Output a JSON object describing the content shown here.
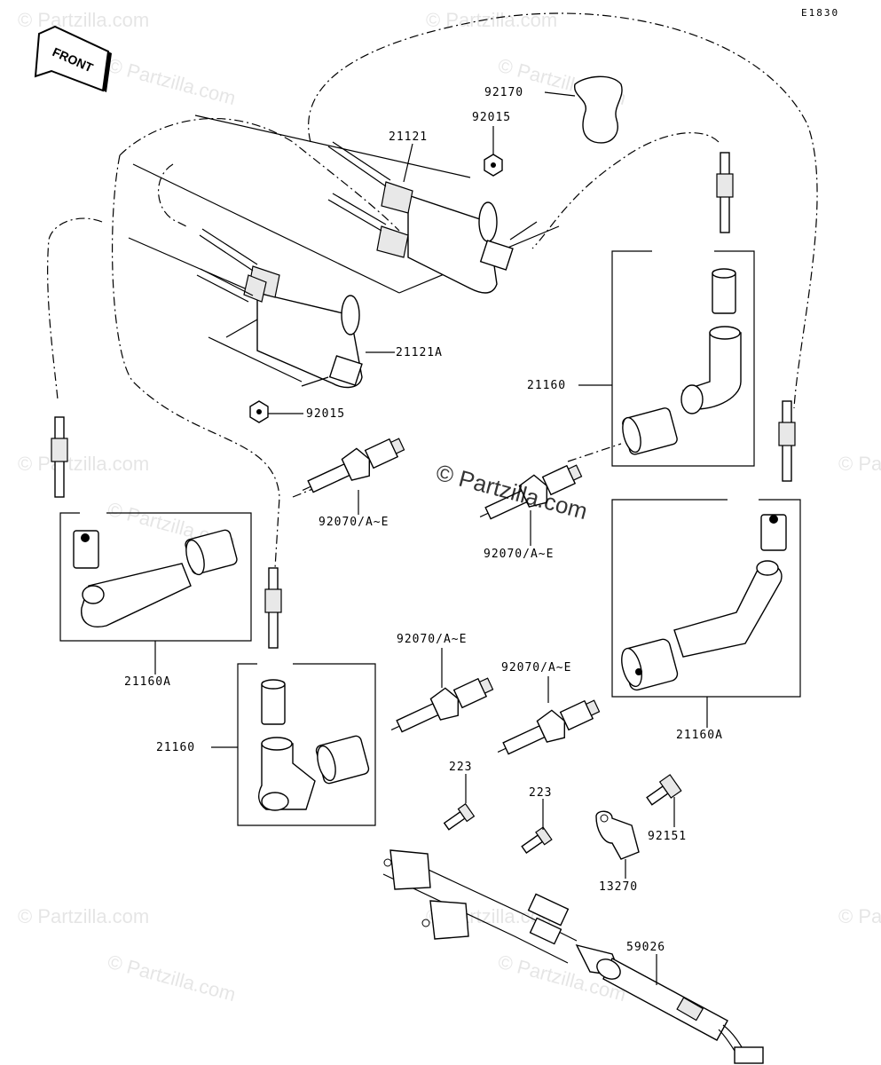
{
  "diagram_code": "E1830",
  "front_label": "FRONT",
  "watermark_text": "© Partzilla.com",
  "center_watermark": "© Partzilla.com",
  "callouts": {
    "c92170": "92170",
    "c92015_top": "92015",
    "c21121": "21121",
    "c21121A": "21121A",
    "c92015_mid": "92015",
    "c21160_right": "21160",
    "c92070_a": "92070/A~E",
    "c92070_b": "92070/A~E",
    "c21160A_left": "21160A",
    "c92070_c": "92070/A~E",
    "c92070_d": "92070/A~E",
    "c21160_bottom": "21160",
    "c21160A_right": "21160A",
    "c223_a": "223",
    "c223_b": "223",
    "c92151": "92151",
    "c13270": "13270",
    "c59026": "59026"
  },
  "colors": {
    "ink": "#000000",
    "paper": "#ffffff"
  }
}
